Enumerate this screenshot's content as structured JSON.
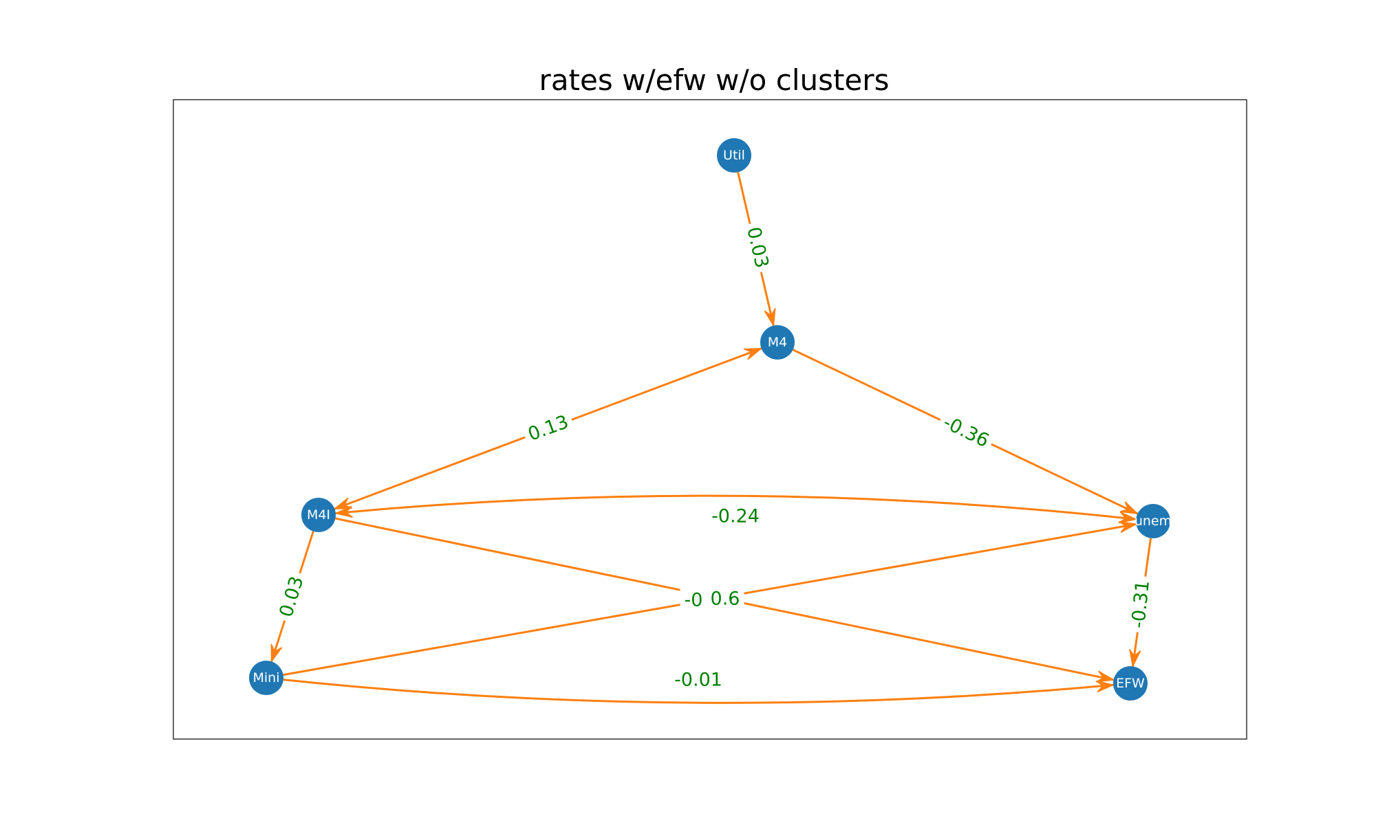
{
  "title": "rates w/efw w/o clusters",
  "colors": {
    "node": "#1f77b4",
    "edge": "#ff7f0e",
    "edge_label": "#008000",
    "node_label": "#ffffff",
    "frame": "#000000"
  },
  "nodes": [
    {
      "id": "Util",
      "label": "Util"
    },
    {
      "id": "M4",
      "label": "M4"
    },
    {
      "id": "M4I",
      "label": "M4I"
    },
    {
      "id": "unem",
      "label": "unem"
    },
    {
      "id": "Mini",
      "label": "Mini"
    },
    {
      "id": "EFW",
      "label": "EFW"
    }
  ],
  "edges": [
    {
      "from": "Util",
      "to": "M4",
      "label": "0.03"
    },
    {
      "from": "M4I",
      "to": "M4",
      "label": "0.13",
      "bidirectional": true
    },
    {
      "from": "M4",
      "to": "unem",
      "label": "-0.36"
    },
    {
      "from": "unem",
      "to": "M4I",
      "label": "-0.24",
      "bidirectional": true
    },
    {
      "from": "M4I",
      "to": "Mini",
      "label": "0.03"
    },
    {
      "from": "M4I",
      "to": "EFW",
      "label": "-0"
    },
    {
      "from": "Mini",
      "to": "unem",
      "label": "0.6"
    },
    {
      "from": "unem",
      "to": "EFW",
      "label": "-0.31"
    },
    {
      "from": "Mini",
      "to": "EFW",
      "label": "-0.01"
    }
  ]
}
